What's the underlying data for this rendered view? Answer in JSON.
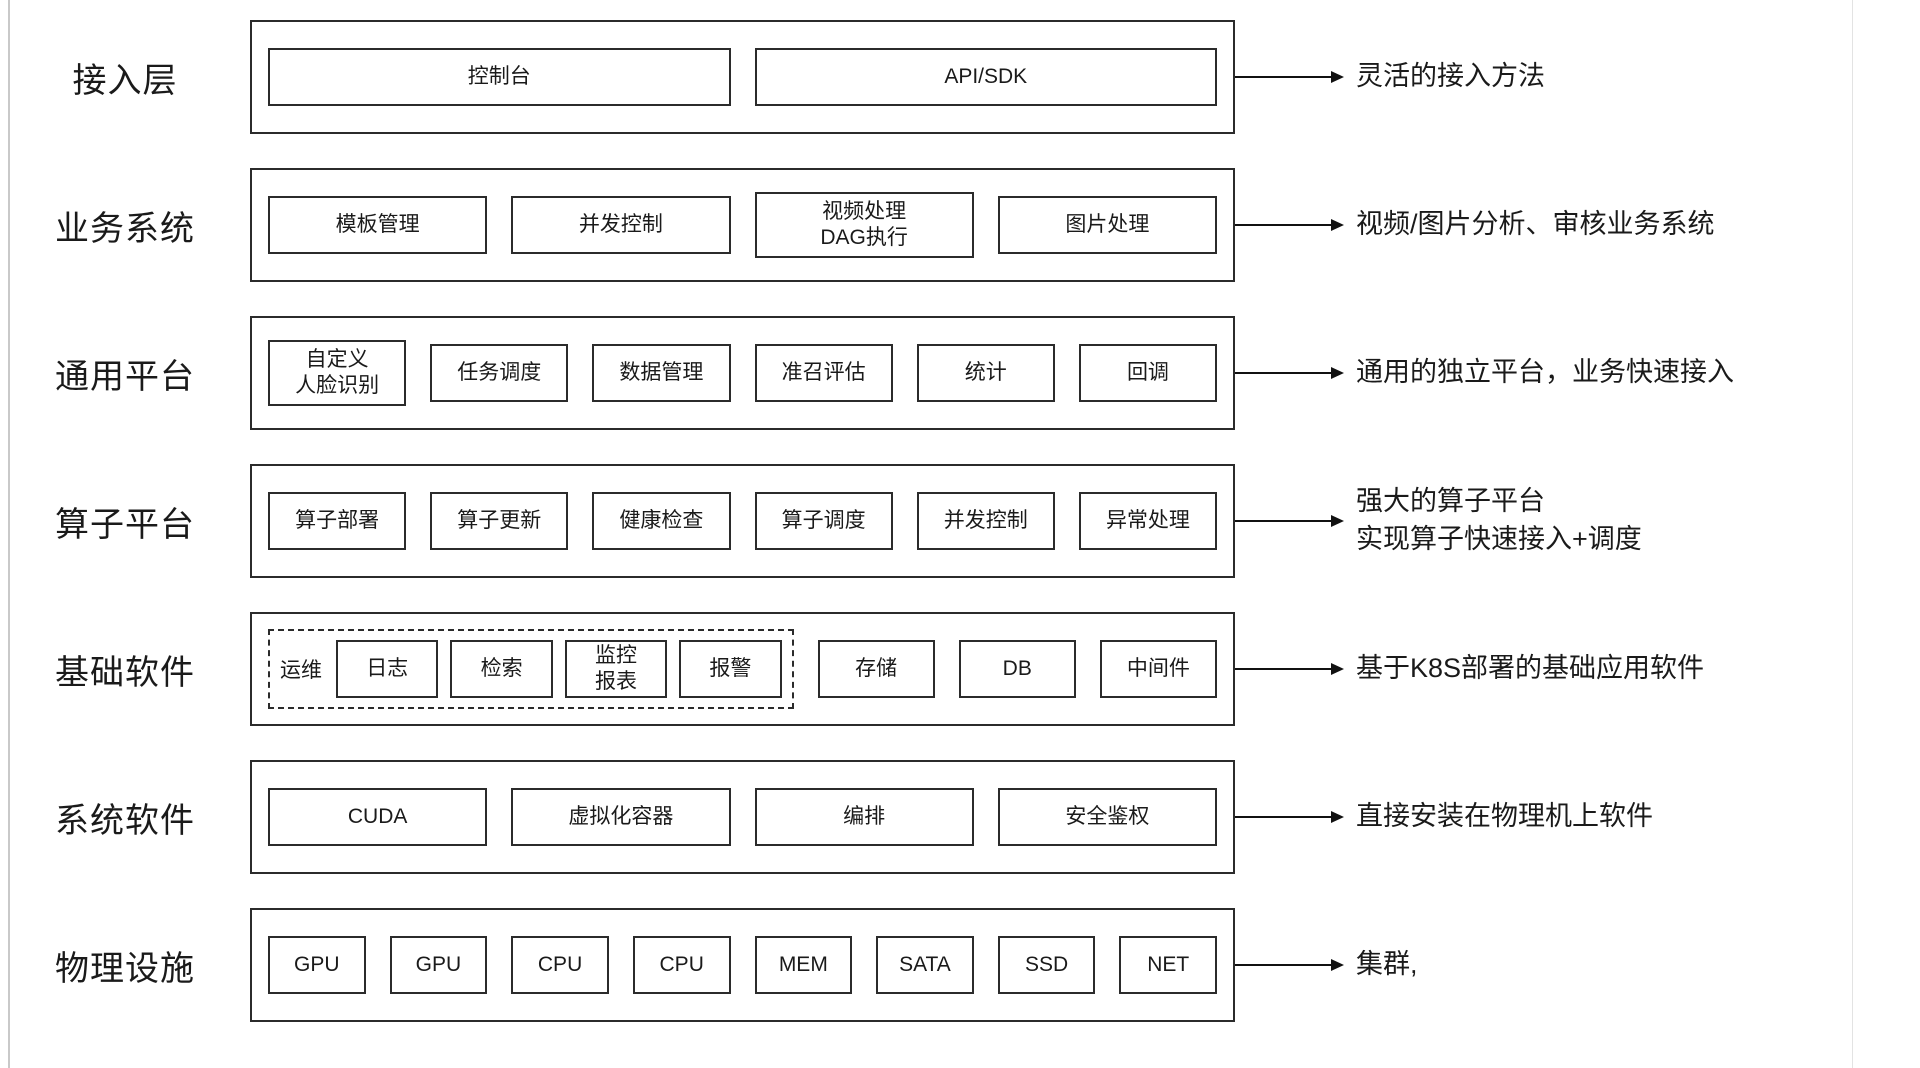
{
  "colors": {
    "border": "#2b2b2b",
    "text": "#1a1a1a",
    "background": "#ffffff",
    "edge_line": "#c9c9c9"
  },
  "rows": [
    {
      "label": "接入层",
      "boxes": [
        "控制台",
        "API/SDK"
      ],
      "annotation": "灵活的接入方法"
    },
    {
      "label": "业务系统",
      "boxes": [
        "模板管理",
        "并发控制",
        "视频处理\nDAG执行",
        "图片处理"
      ],
      "annotation": "视频/图片分析、审核业务系统"
    },
    {
      "label": "通用平台",
      "boxes": [
        "自定义\n人脸识别",
        "任务调度",
        "数据管理",
        "准召评估",
        "统计",
        "回调"
      ],
      "annotation": "通用的独立平台，业务快速接入"
    },
    {
      "label": "算子平台",
      "boxes": [
        "算子部署",
        "算子更新",
        "健康检查",
        "算子调度",
        "并发控制",
        "异常处理"
      ],
      "annotation": "强大的算子平台\n实现算子快速接入+调度"
    },
    {
      "label": "基础软件",
      "group_label": "运维",
      "group_boxes": [
        "日志",
        "检索",
        "监控\n报表",
        "报警"
      ],
      "boxes": [
        "存储",
        "DB",
        "中间件"
      ],
      "annotation": "基于K8S部署的基础应用软件"
    },
    {
      "label": "系统软件",
      "boxes": [
        "CUDA",
        "虚拟化容器",
        "编排",
        "安全鉴权"
      ],
      "annotation": "直接安装在物理机上软件"
    },
    {
      "label": "物理设施",
      "boxes": [
        "GPU",
        "GPU",
        "CPU",
        "CPU",
        "MEM",
        "SATA",
        "SSD",
        "NET"
      ],
      "annotation": "集群,"
    }
  ]
}
